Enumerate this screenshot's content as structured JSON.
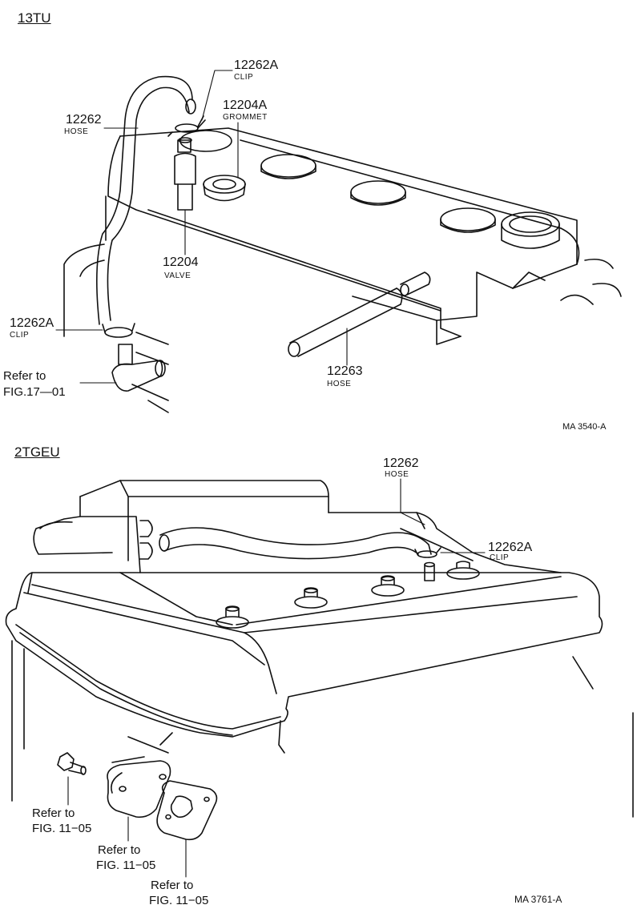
{
  "sections": {
    "top": {
      "title": "13TU",
      "code": "MA 3540-A",
      "parts": [
        {
          "number": "12262A",
          "name": "CLIP"
        },
        {
          "number": "12262",
          "name": "HOSE"
        },
        {
          "number": "12204A",
          "name": "GROMMET"
        },
        {
          "number": "12204",
          "name": "VALVE"
        },
        {
          "number": "12262A",
          "name": "CLIP"
        },
        {
          "number": "12263",
          "name": "HOSE"
        }
      ],
      "refer": {
        "line1": "Refer to",
        "line2": "FIG.17—01"
      }
    },
    "bottom": {
      "title": "2TGEU",
      "code": "MA 3761-A",
      "parts": [
        {
          "number": "12262",
          "name": "HOSE"
        },
        {
          "number": "12262A",
          "name": "CLIP"
        }
      ],
      "refers": [
        {
          "line1": "Refer to",
          "line2": "FIG. 11−05"
        },
        {
          "line1": "Refer to",
          "line2": "FIG. 11−05"
        },
        {
          "line1": "Refer to",
          "line2": "FIG. 11−05"
        }
      ]
    }
  }
}
